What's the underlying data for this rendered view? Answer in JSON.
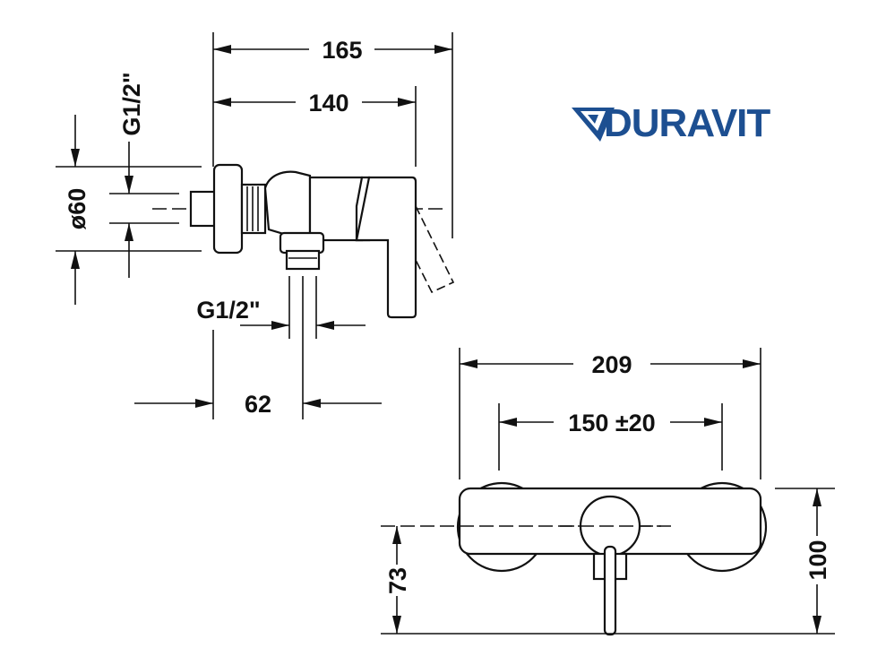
{
  "brand": {
    "name": "DURAVIT",
    "logo_icon": "duravit-arrow-icon",
    "color": "#1d4f91"
  },
  "side_view": {
    "width_overall": "165",
    "width_body": "140",
    "inlet_thread": "G1/2\"",
    "diameter": "ø60",
    "outlet_thread": "G1/2\"",
    "outlet_offset": "62"
  },
  "front_view": {
    "width_overall": "209",
    "center_distance": "150 ±20",
    "height_total": "100",
    "height_outlet": "73"
  },
  "colors": {
    "line": "#111111",
    "background": "#ffffff"
  }
}
